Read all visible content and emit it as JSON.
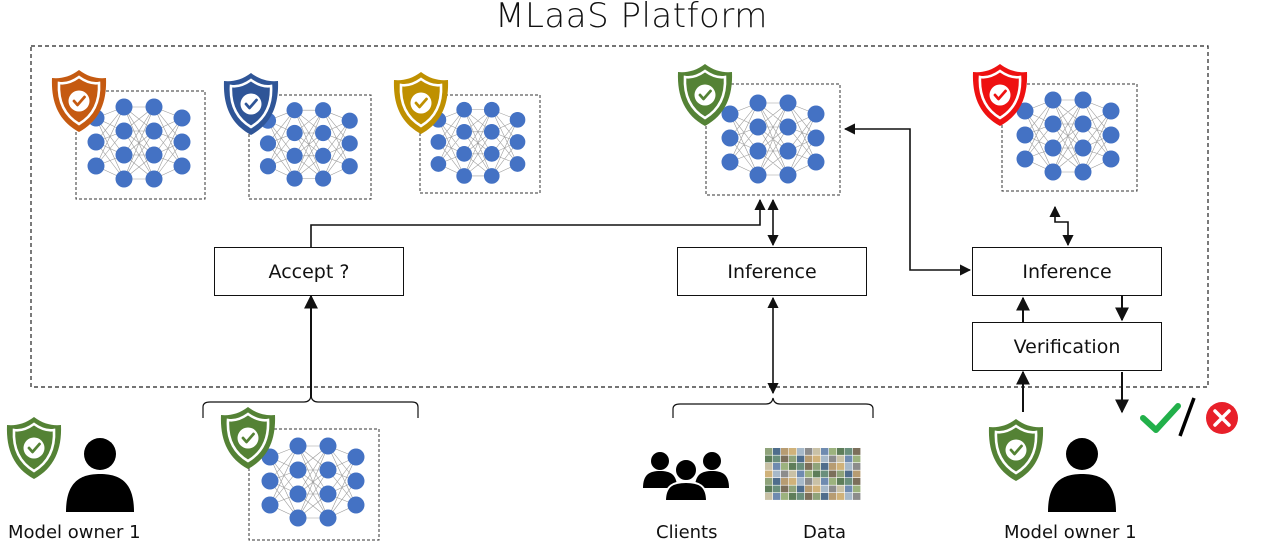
{
  "title": "MLaaS Platform",
  "boxes": {
    "accept": "Accept ?",
    "inference_center": "Inference",
    "inference_right": "Inference",
    "verification": "Verification"
  },
  "labels": {
    "owner_left": "Model owner 1",
    "owner_right": "Model owner 1",
    "clients": "Clients",
    "data": "Data"
  },
  "colors": {
    "shield_orange": "#c55a11",
    "shield_blue": "#2f5597",
    "shield_gold": "#bf9000",
    "shield_green": "#548235",
    "shield_red": "#ee1111",
    "node_blue": "#4472c4",
    "check_green": "#22b04a",
    "cross_red": "#e8202a"
  },
  "icons": {
    "shield": "shield-check-icon",
    "person": "person-icon",
    "clients": "group-icon",
    "data": "image-grid-icon",
    "check": "checkmark-icon",
    "cross": "cross-circle-icon"
  }
}
